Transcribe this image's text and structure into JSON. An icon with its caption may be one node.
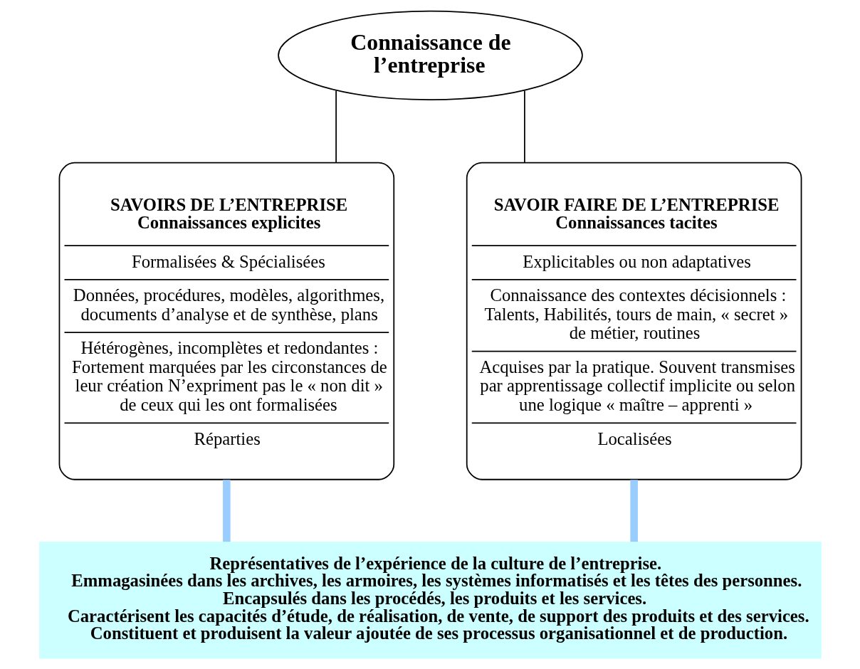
{
  "diagram": {
    "nodes": [
      {
        "text": [
          "Connaissance de l’entreprise"
        ]
      },
      {
        "text": [
          "SAVOIRS DE L’ENTREPRISE",
          "Connaissances explicites",
          "Formalisées & Spécialisées",
          "Données, procédures, modèles, algorithmes, documents d’analyse et de synthèse, plans",
          "Hétérogènes, incomplètes et redondantes : Fortement marquées par les circonstances de leur création N’expriment pas le « non dit » de ceux qui les ont formalisées",
          "Réparties"
        ]
      },
      {
        "text": [
          "SAVOIR FAIRE DE L’ENTREPRISE",
          "Connaissances tacites",
          "Explicitables ou non adaptatives",
          "Connaissance des contextes décisionnels : Talents, Habilités, tours de main, « secret » de métier, routines",
          "Acquises par la pratique. Souvent transmises par apprentissage collectif implicite ou selon une logique « maître – apprenti »",
          "Localisées"
        ]
      },
      {
        "text": [
          "Représentatives de l’expérience de la culture de l’entreprise.",
          "Emmagasinées dans les archives, les armoires, les systèmes informatisés et les têtes des personnes.",
          "Encapsulés dans les procédés, les produits et les services.",
          "Caractérisent les capacités d’étude, de réalisation, de vente, de support des produits et des services.",
          "Constituent et produisent la valeur ajoutée de ses processus organisationnel et de production."
        ]
      }
    ],
    "edges": [
      {
        "from": 0,
        "to": 1,
        "arrow": "none"
      },
      {
        "from": 0,
        "to": 2,
        "arrow": "none"
      },
      {
        "from": 1,
        "to": 3,
        "arrow": "none",
        "style": "thick",
        "color": "#99ccff"
      },
      {
        "from": 2,
        "to": 3,
        "arrow": "none",
        "style": "thick",
        "color": "#99ccff"
      }
    ]
  }
}
